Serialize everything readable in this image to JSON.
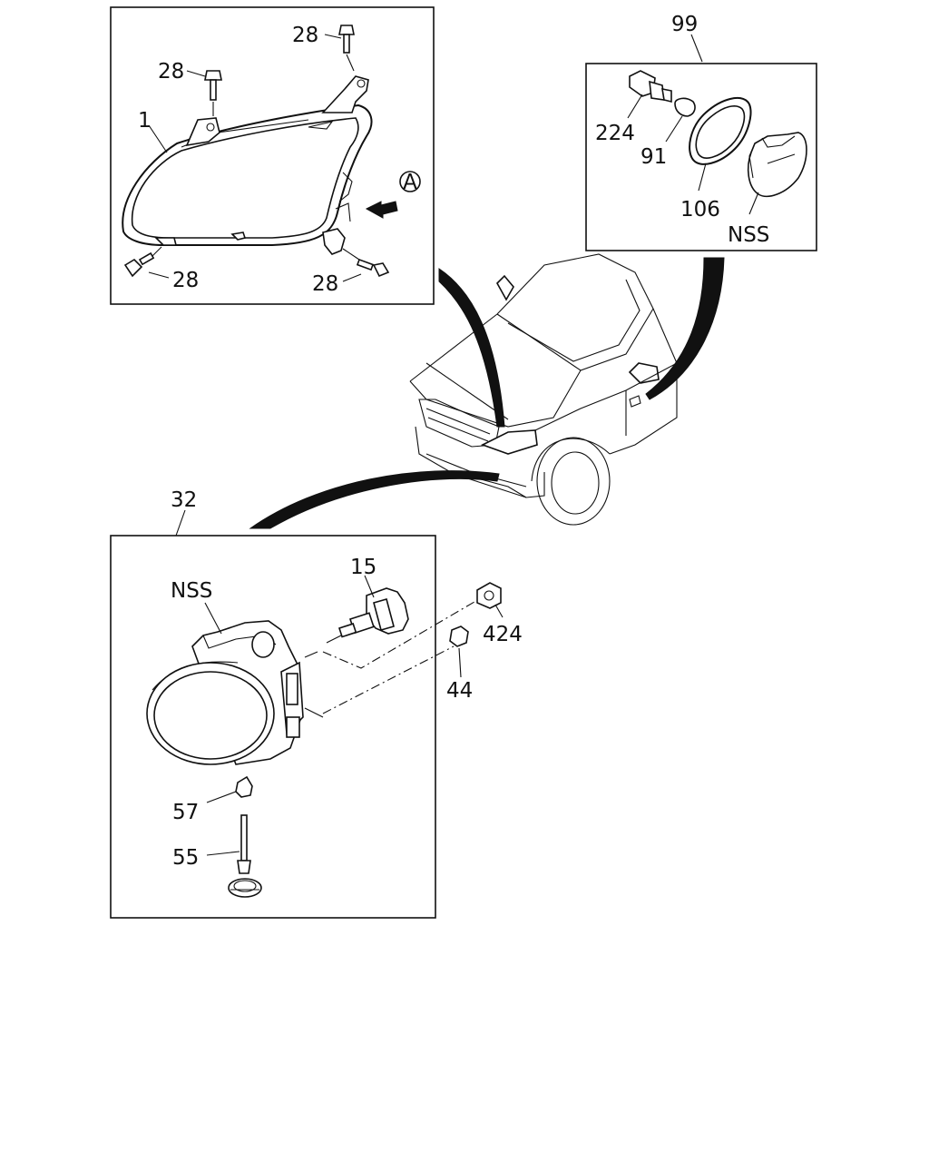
{
  "diagram": {
    "headlamp_group": {
      "callouts": {
        "lamp": "1",
        "bolt_top": "28",
        "bolt_upper_left": "28",
        "bolt_bottom_left": "28",
        "bolt_bottom_right": "28"
      },
      "view_marker": "A"
    },
    "side_marker_group": {
      "callouts": {
        "assembly": "99",
        "socket": "224",
        "bulb": "91",
        "gasket": "106",
        "lens": "NSS"
      }
    },
    "fog_lamp_group": {
      "callouts": {
        "assembly": "32",
        "lamp_body": "NSS",
        "bulb": "15",
        "nut_424": "424",
        "nut_44": "44",
        "clip": "57",
        "adjuster": "55"
      }
    }
  }
}
